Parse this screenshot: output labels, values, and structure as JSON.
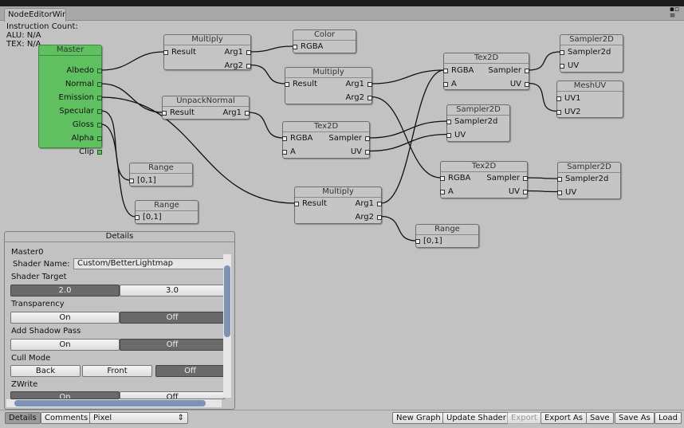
{
  "window": {
    "tab": "NodeEditorWindow",
    "buttons": "≡"
  },
  "info": {
    "line1": "Instruction Count:",
    "line2": "ALU: N/A",
    "line3": "TEX: N/A"
  },
  "nodes": [
    {
      "title": "Master",
      "inputs": [],
      "outputs": [
        "Albedo",
        "Normal",
        "Emission",
        "Specular",
        "Gloss",
        "Alpha",
        "Clip"
      ]
    },
    {
      "title": "Multiply",
      "inputs": [
        "Result"
      ],
      "outputs": [
        "Arg1",
        "Arg2"
      ]
    },
    {
      "title": "Color",
      "inputs": [
        "RGBA"
      ],
      "outputs": []
    },
    {
      "title": "Multiply",
      "inputs": [
        "Result"
      ],
      "outputs": [
        "Arg1",
        "Arg2"
      ]
    },
    {
      "title": "UnpackNormal",
      "inputs": [
        "Result"
      ],
      "outputs": [
        "Arg1"
      ]
    },
    {
      "title": "Tex2D",
      "inputs": [
        "RGBA",
        "A"
      ],
      "outputs": [
        "Sampler",
        "UV"
      ]
    },
    {
      "title": "Range",
      "inputs": [
        "[0,1]"
      ],
      "outputs": []
    },
    {
      "title": "Range",
      "inputs": [
        "[0,1]"
      ],
      "outputs": []
    },
    {
      "title": "Multiply",
      "inputs": [
        "Result"
      ],
      "outputs": [
        "Arg1",
        "Arg2"
      ]
    },
    {
      "title": "Range",
      "inputs": [
        "[0,1]"
      ],
      "outputs": []
    },
    {
      "title": "Tex2D",
      "inputs": [
        "RGBA",
        "A"
      ],
      "outputs": [
        "Sampler",
        "UV"
      ]
    },
    {
      "title": "Sampler2D",
      "inputs": [
        "Sampler2d",
        "UV"
      ],
      "outputs": []
    },
    {
      "title": "MeshUV",
      "inputs": [
        "UV1",
        "UV2"
      ],
      "outputs": []
    },
    {
      "title": "Sampler2D",
      "inputs": [
        "Sampler2d",
        "UV"
      ],
      "outputs": []
    },
    {
      "title": "Tex2D",
      "inputs": [
        "RGBA",
        "A"
      ],
      "outputs": [
        "Sampler",
        "UV"
      ]
    },
    {
      "title": "Sampler2D",
      "inputs": [
        "Sampler2d",
        "UV"
      ],
      "outputs": []
    }
  ],
  "details": {
    "title": "Details",
    "node_name": "Master0",
    "shader_name_label": "Shader Name:",
    "shader_name": "Custom/BetterLightmap",
    "shader_target": {
      "label": "Shader Target",
      "options": [
        "2.0",
        "3.0"
      ],
      "selected": "2.0"
    },
    "transparency": {
      "label": "Transparency",
      "options": [
        "On",
        "Off"
      ],
      "selected": "Off"
    },
    "shadow_pass": {
      "label": "Add Shadow Pass",
      "options": [
        "On",
        "Off"
      ],
      "selected": "Off"
    },
    "cull_mode": {
      "label": "Cull Mode",
      "options": [
        "Back",
        "Front",
        "Off"
      ],
      "selected": "Off"
    },
    "zwrite": {
      "label": "ZWrite",
      "options": [
        "On",
        "Off"
      ],
      "selected": "On"
    }
  },
  "bottom": {
    "details": "Details",
    "comments": "Comments",
    "mode": "Pixel",
    "new_graph": "New Graph",
    "update_shader": "Update Shader",
    "export": "Export",
    "export_as": "Export As",
    "save": "Save",
    "save_as": "Save As",
    "load": "Load"
  }
}
